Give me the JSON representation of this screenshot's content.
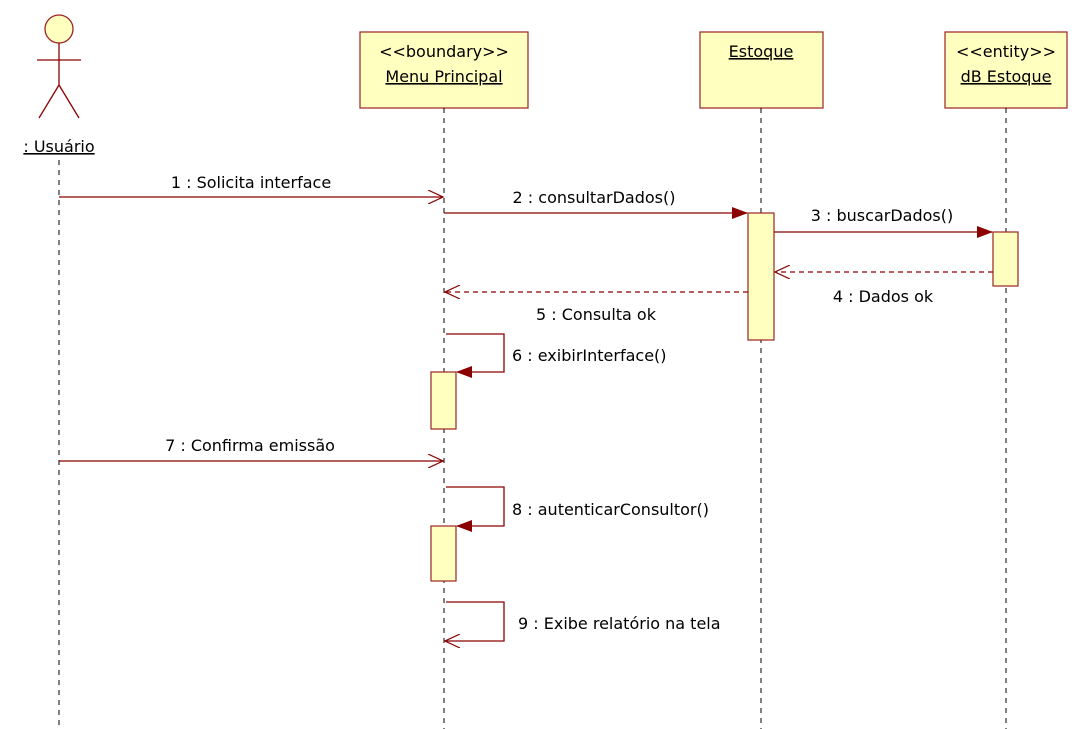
{
  "colors": {
    "line": "#8b0000",
    "box_fill": "#ffffc0",
    "box_border": "#9b2323",
    "lifeline": "#000000"
  },
  "actor": {
    "label": ": Usuário"
  },
  "participants": [
    {
      "stereotype": "<<boundary>>",
      "name": "Menu Principal"
    },
    {
      "stereotype": "",
      "name": "Estoque"
    },
    {
      "stereotype": "<<entity>>",
      "name": "dB Estoque"
    }
  ],
  "messages": [
    {
      "label": "1 : Solicita interface",
      "kind": "async"
    },
    {
      "label": "2 : consultarDados()",
      "kind": "sync"
    },
    {
      "label": "3 : buscarDados()",
      "kind": "sync"
    },
    {
      "label": "4 : Dados ok",
      "kind": "return"
    },
    {
      "label": "5 : Consulta ok",
      "kind": "return"
    },
    {
      "label": "6 : exibirInterface()",
      "kind": "self-sync"
    },
    {
      "label": "7 : Confirma emissão",
      "kind": "async"
    },
    {
      "label": "8 : autenticarConsultor()",
      "kind": "self-sync"
    },
    {
      "label": "9 : Exibe relatório na tela",
      "kind": "self-async"
    }
  ]
}
